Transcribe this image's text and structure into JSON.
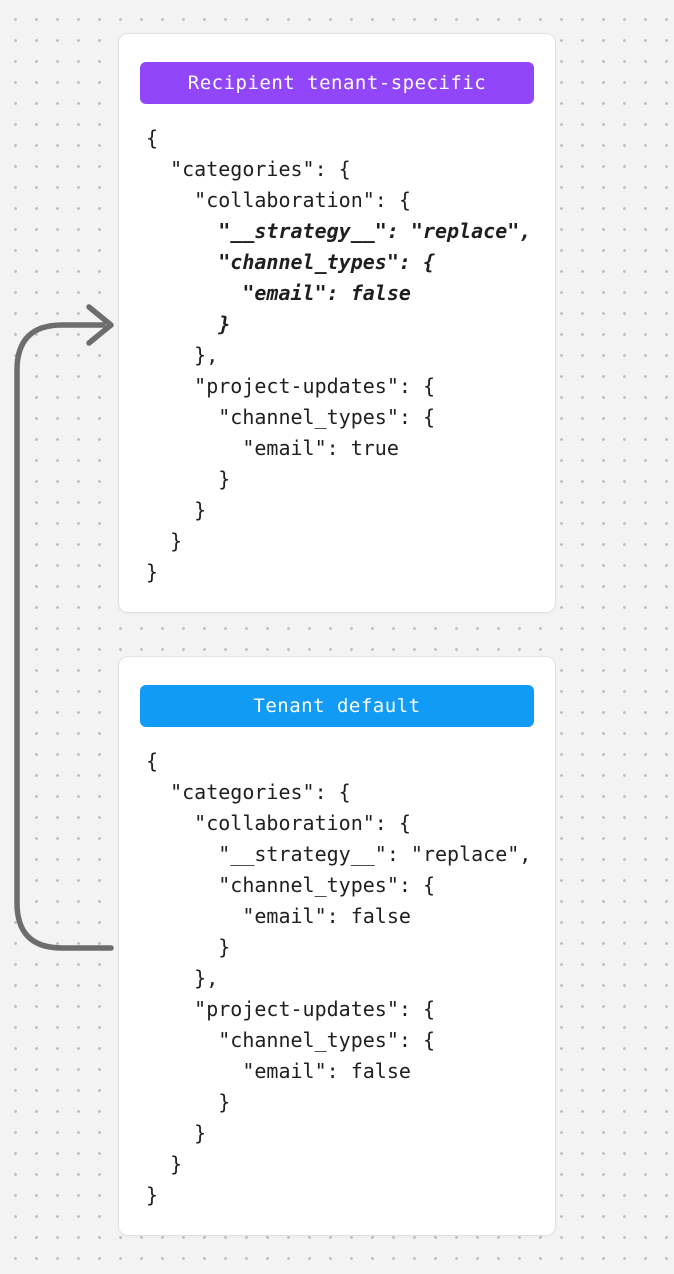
{
  "page": {
    "background_color": "#f4f3f4",
    "dot_color": "#c1c0c1",
    "arrow_color": "#6d6d6d"
  },
  "cards": [
    {
      "name": "recipient-tenant-specific",
      "badge": {
        "label": "Recipient tenant-specific",
        "color": "#9147f9",
        "text_color": "#ffffff"
      },
      "code_lines": [
        {
          "t": "{",
          "em": false
        },
        {
          "t": "  \"categories\": {",
          "em": false
        },
        {
          "t": "    \"collaboration\": {",
          "em": false
        },
        {
          "t": "      \"__strategy__\": \"replace\",",
          "em": true
        },
        {
          "t": "      \"channel_types\": {",
          "em": true
        },
        {
          "t": "        \"email\": false",
          "em": true
        },
        {
          "t": "      }",
          "em": true
        },
        {
          "t": "    },",
          "em": false
        },
        {
          "t": "    \"project-updates\": {",
          "em": false
        },
        {
          "t": "      \"channel_types\": {",
          "em": false
        },
        {
          "t": "        \"email\": true",
          "em": false
        },
        {
          "t": "      }",
          "em": false
        },
        {
          "t": "    }",
          "em": false
        },
        {
          "t": "  }",
          "em": false
        },
        {
          "t": "}",
          "em": false
        }
      ]
    },
    {
      "name": "tenant-default",
      "badge": {
        "label": "Tenant default",
        "color": "#119bf7",
        "text_color": "#ffffff"
      },
      "code_lines": [
        {
          "t": "{",
          "em": false
        },
        {
          "t": "  \"categories\": {",
          "em": false
        },
        {
          "t": "    \"collaboration\": {",
          "em": false
        },
        {
          "t": "      \"__strategy__\": \"replace\",",
          "em": false
        },
        {
          "t": "      \"channel_types\": {",
          "em": false
        },
        {
          "t": "        \"email\": false",
          "em": false
        },
        {
          "t": "      }",
          "em": false
        },
        {
          "t": "    },",
          "em": false
        },
        {
          "t": "    \"project-updates\": {",
          "em": false
        },
        {
          "t": "      \"channel_types\": {",
          "em": false
        },
        {
          "t": "        \"email\": false",
          "em": false
        },
        {
          "t": "      }",
          "em": false
        },
        {
          "t": "    }",
          "em": false
        },
        {
          "t": "  }",
          "em": false
        },
        {
          "t": "}",
          "em": false
        }
      ]
    }
  ]
}
